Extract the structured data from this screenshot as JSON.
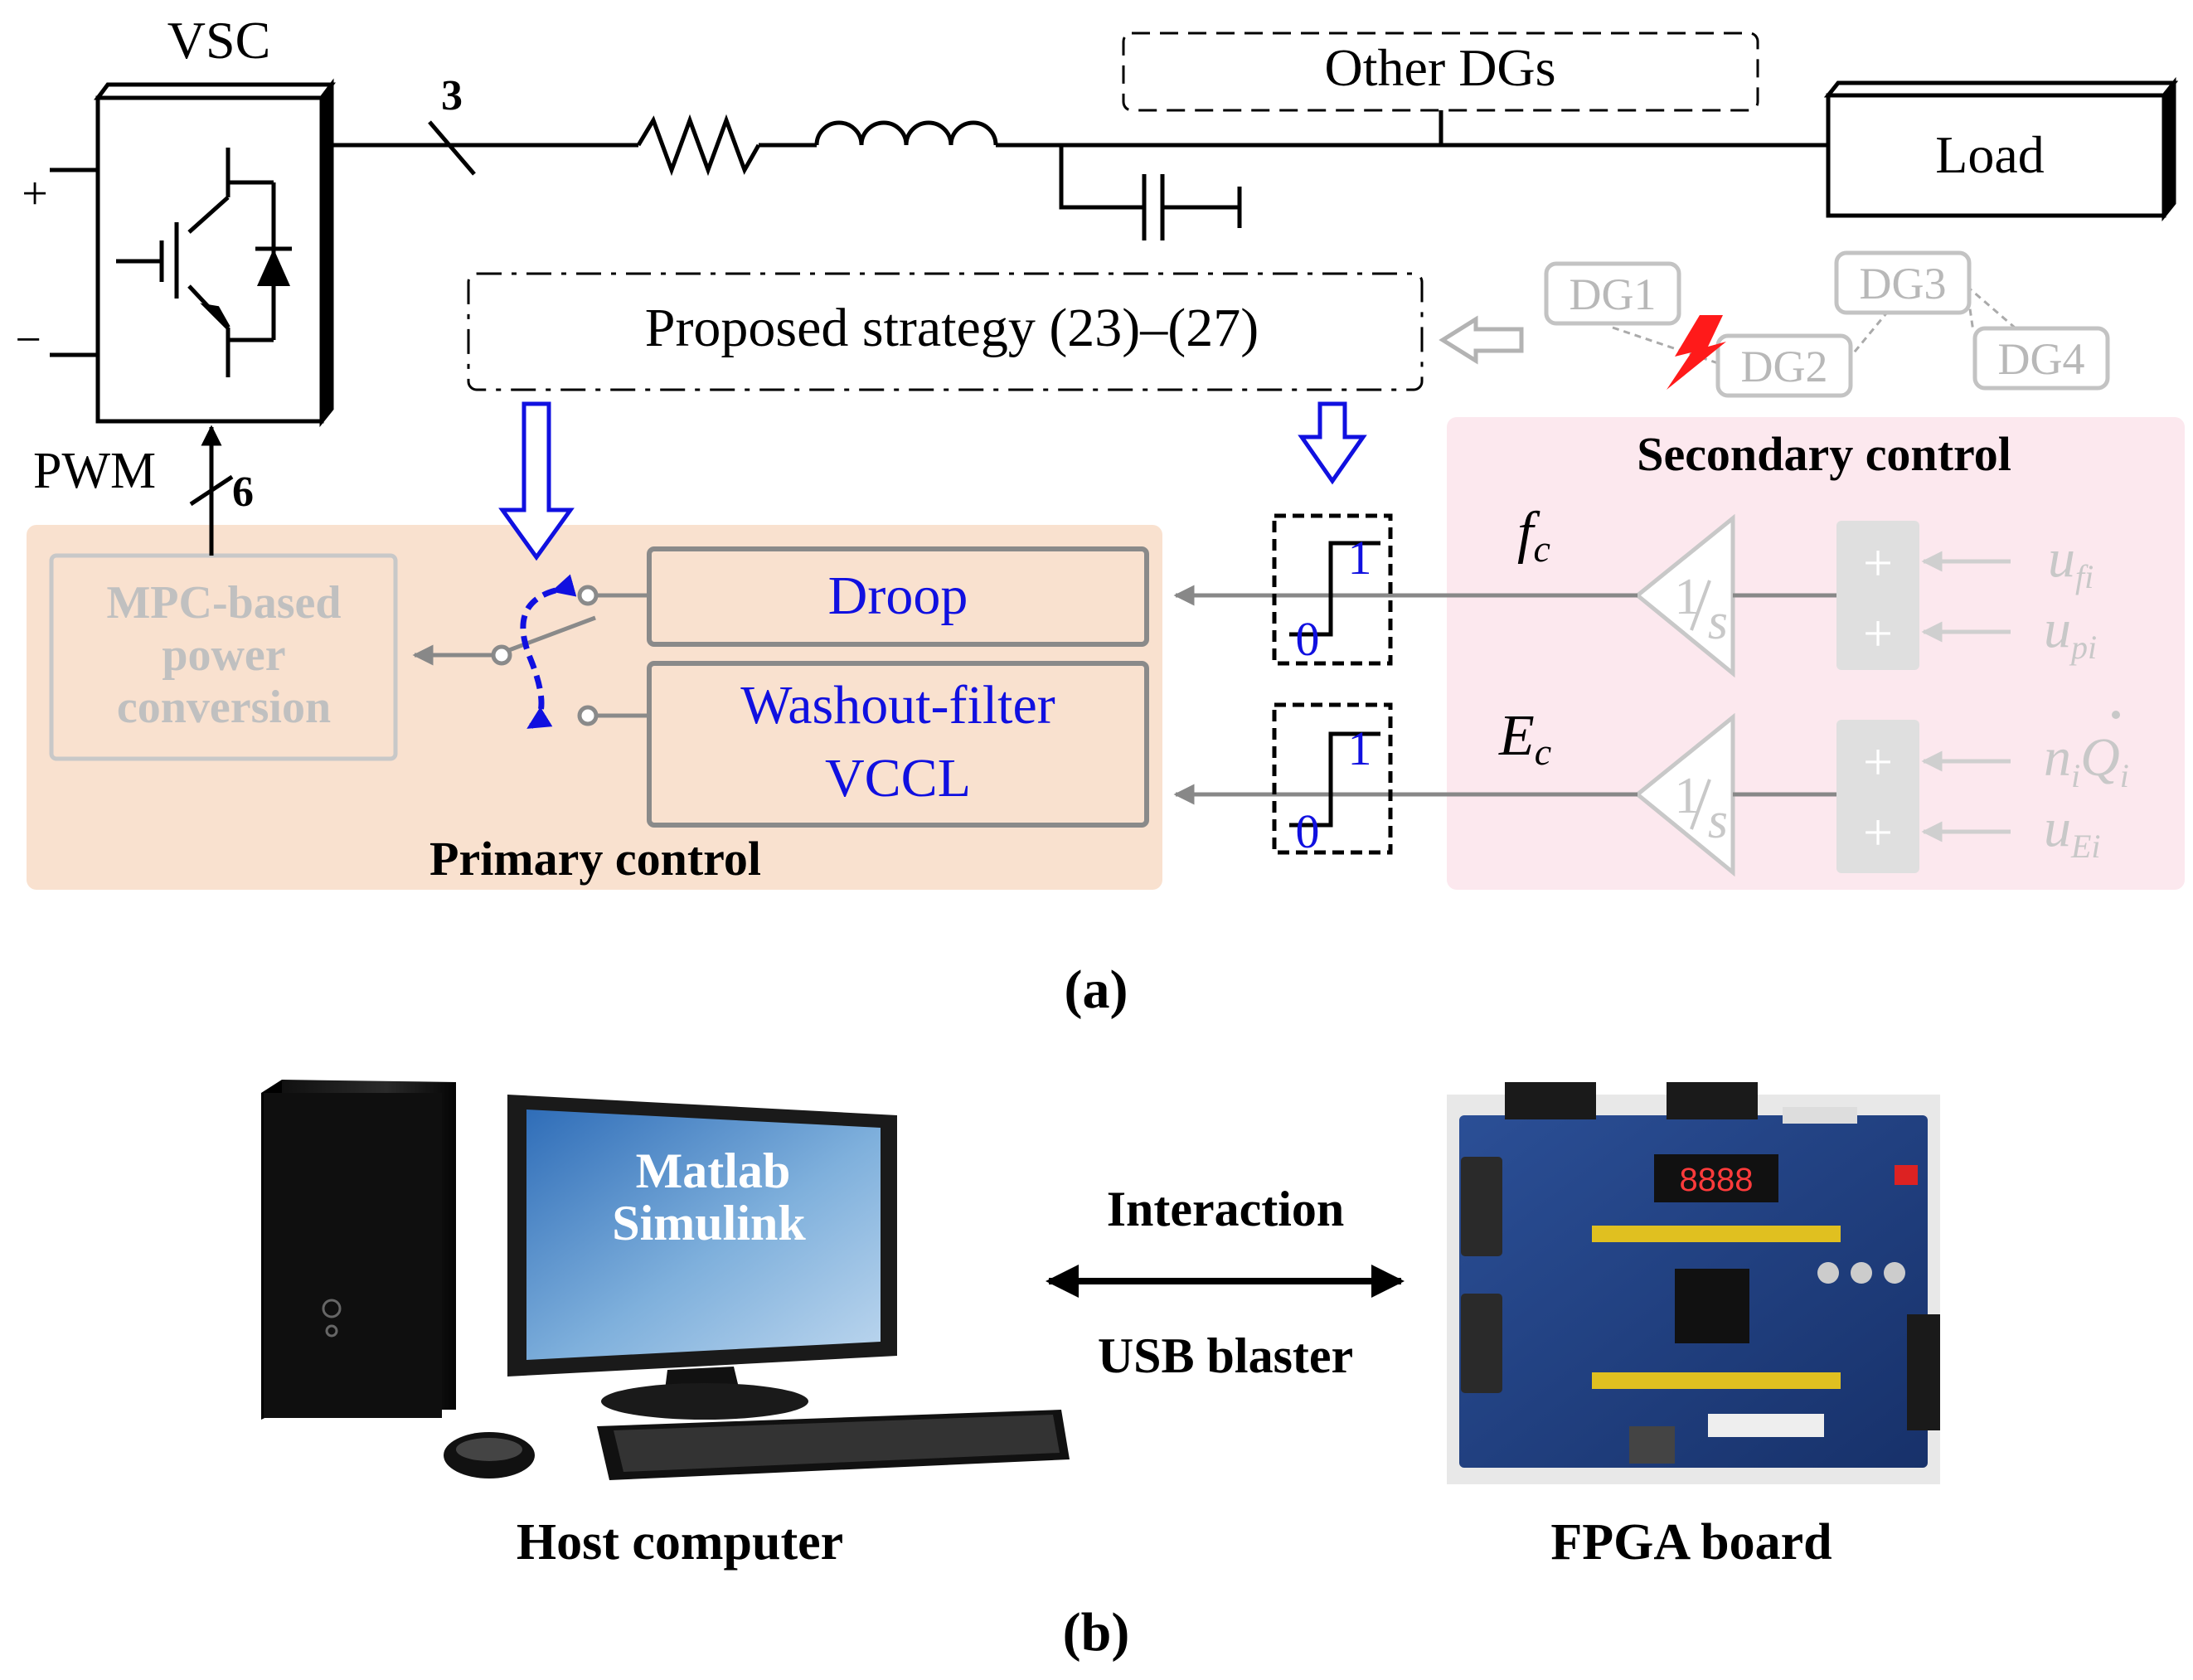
{
  "panel_a": {
    "vsc_label": "VSC",
    "phase_count": "3",
    "plus_sign": "+",
    "minus_sign": "−",
    "pwm_label": "PWM",
    "pwm_count": "6",
    "other_dgs": "Other DGs",
    "load_label": "Load",
    "proposed_strategy": "Proposed strategy (23)–(27)",
    "network": {
      "dg1": "DG1",
      "dg2": "DG2",
      "dg3": "DG3",
      "dg4": "DG4"
    },
    "secondary_control": {
      "title": "Secondary control",
      "fc_main": "f",
      "fc_sub": "c",
      "ec_main": "E",
      "ec_sub": "c",
      "integrator_num": "1",
      "integrator_den": "s",
      "plus": "+",
      "u_f_main": "u",
      "u_f_sub": "fi",
      "u_p_main": "u",
      "u_p_sub": "pi",
      "nq_n": "n",
      "nq_n_sub": "i",
      "nq_q": "Q",
      "nq_q_sub": "i",
      "u_e_main": "u",
      "u_e_sub": "Ei"
    },
    "step_block": {
      "one": "1",
      "zero": "0"
    },
    "primary_control": {
      "title": "Primary control",
      "droop": "Droop",
      "washout_line1": "Washout-filter",
      "washout_line2": "VCCL",
      "mpc_line1": "MPC-based",
      "mpc_line2": "power",
      "mpc_line3": "conversion"
    },
    "caption": "(a)"
  },
  "panel_b": {
    "screen_line1": "Matlab",
    "screen_line2": "Simulink",
    "interaction": "Interaction",
    "usb_blaster": "USB blaster",
    "host_computer": "Host computer",
    "fpga_board": "FPGA board",
    "fpga_display": "8888",
    "caption": "(b)"
  },
  "colors": {
    "primary_bg": "#f9e1cf",
    "secondary_bg": "#fce8ee",
    "accent_blue": "#1010e0",
    "gray": "#bbbbbb",
    "bolt_red": "#ff1a1a",
    "fpga_blue": "#1f3f80"
  }
}
